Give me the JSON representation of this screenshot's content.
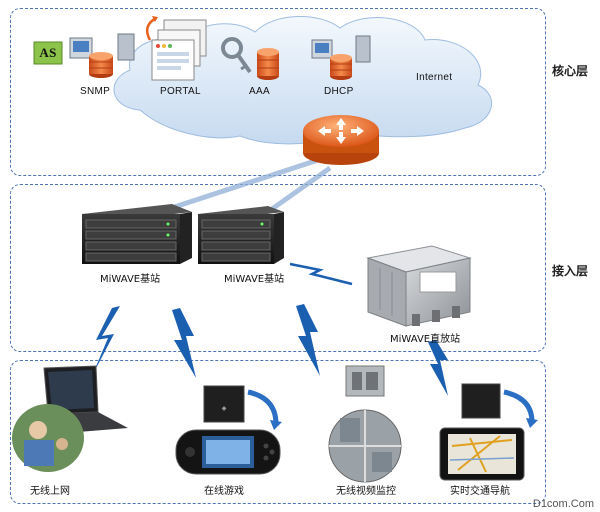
{
  "layers": {
    "core": "核心层",
    "access": "接入层"
  },
  "core": {
    "as_badge": "AS",
    "snmp": "SNMP",
    "portal": "PORTAL",
    "aaa": "AAA",
    "dhcp": "DHCP",
    "internet": "Internet"
  },
  "access": {
    "bs1": "MiWAVE基站",
    "bs2": "MiWAVE基站",
    "repeater": "MiWAVE直放站"
  },
  "terminals": {
    "t1": "无线上网",
    "t2": "在线游戏",
    "t3": "无线视频监控",
    "t4": "实时交通导航"
  },
  "watermark": "D1com.Com",
  "colors": {
    "frame": "#4f73b3",
    "router": "#e8601c",
    "cloud": "#dbe8f6",
    "lightning": "#1b5fb0"
  }
}
